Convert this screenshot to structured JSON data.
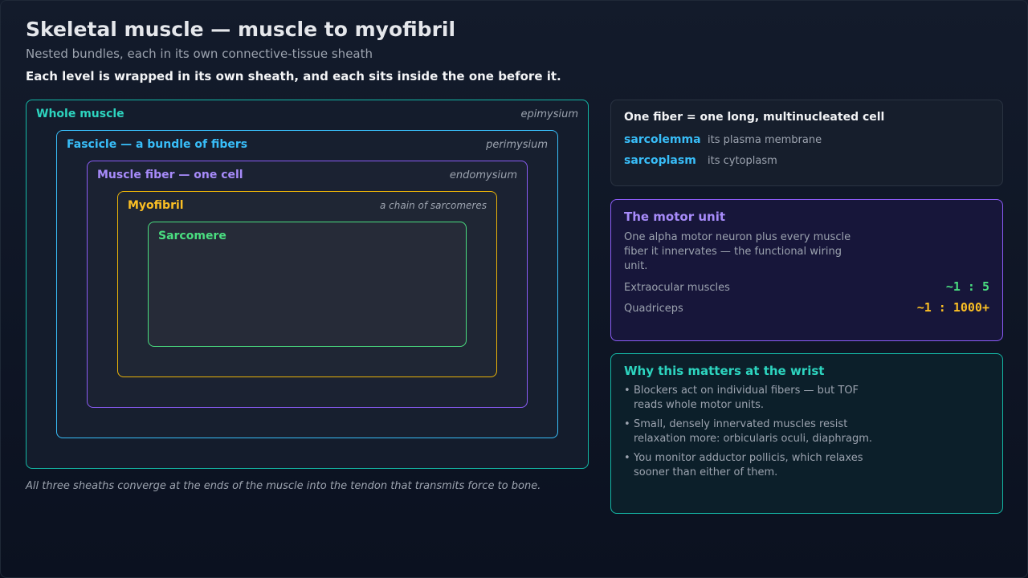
{
  "header": {
    "title": "Skeletal muscle — muscle to myofibril",
    "subtitle": "Nested bundles, each in its own connective-tissue sheath",
    "lead": "Each level is wrapped in its own sheath, and each sits inside the one before it."
  },
  "diagram": {
    "levels": [
      {
        "label": "Whole muscle",
        "sheath": "epimysium",
        "color": "#14b8a6"
      },
      {
        "label": "Fascicle — a bundle of fibers",
        "sheath": "perimysium",
        "color": "#38bdf8"
      },
      {
        "label": "Muscle fiber — one cell",
        "sheath": "endomysium",
        "color": "#8b5cf6"
      },
      {
        "label": "Myofibril",
        "sheath": "a chain of sarcomeres",
        "color": "#eab308"
      },
      {
        "label": "Sarcomere",
        "sheath": "",
        "color": "#4ade80"
      }
    ],
    "footnote": "All three sheaths converge at the ends of the muscle into the tendon that transmits force to bone."
  },
  "fiber_card": {
    "heading": "One fiber = one long, multinucleated cell",
    "terms": [
      {
        "term": "sarcolemma",
        "definition": "its plasma membrane"
      },
      {
        "term": "sarcoplasm",
        "definition": "its cytoplasm"
      }
    ]
  },
  "motor_unit_card": {
    "title": "The motor unit",
    "body": "One alpha motor neuron plus every muscle fiber it innervates — the functional wiring unit.",
    "ratios": [
      {
        "muscle": "Extraocular muscles",
        "ratio": "~1 : 5",
        "color": "#4ade80"
      },
      {
        "muscle": "Quadriceps",
        "ratio": "~1 : 1000+",
        "color": "#fbbf24"
      }
    ]
  },
  "wrist_card": {
    "title": "Why this matters at the wrist",
    "bullets": [
      "Blockers act on individual fibers — but TOF reads whole motor units.",
      "Small, densely innervated muscles resist relaxation more: orbicularis oculi, diaphragm.",
      "You monitor adductor pollicis, which relaxes sooner than either of them."
    ]
  }
}
